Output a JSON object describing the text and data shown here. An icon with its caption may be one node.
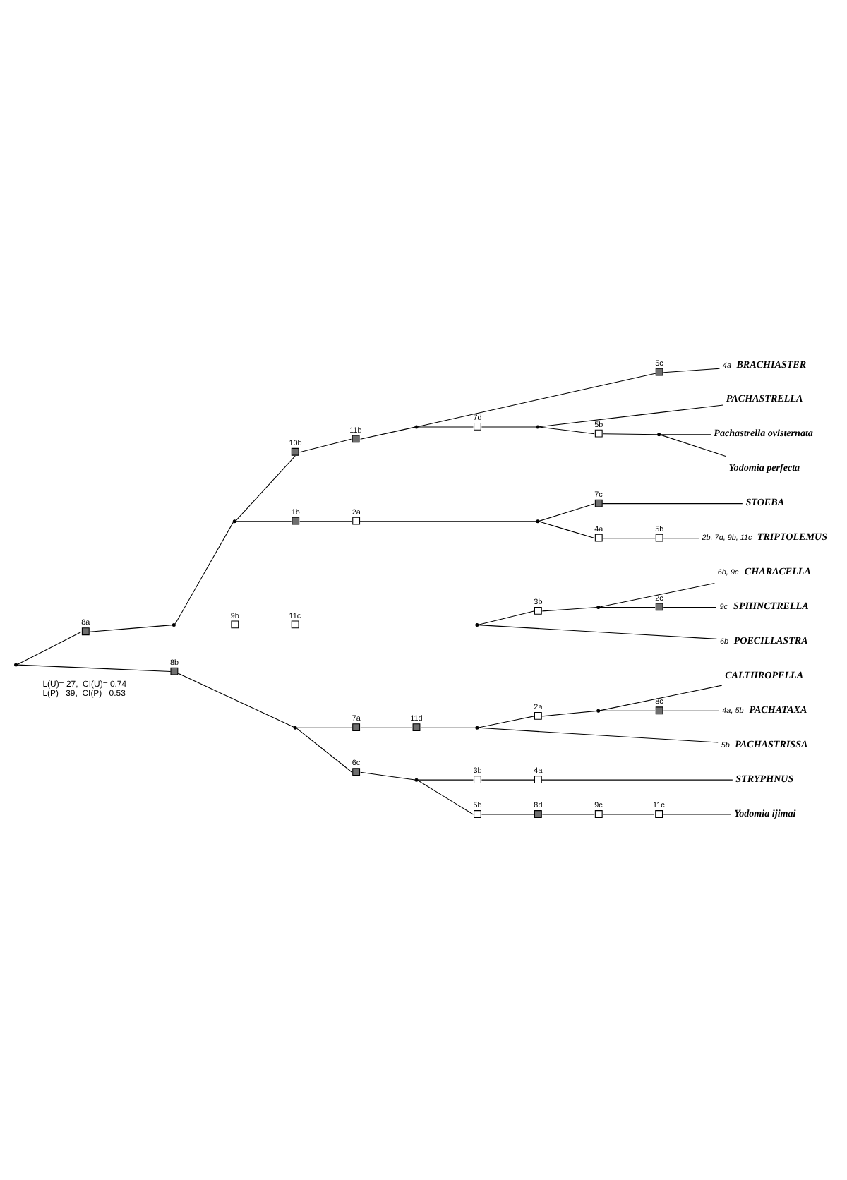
{
  "diagram": {
    "nodes": [
      {
        "text": [
          "BRACHIASTER"
        ],
        "beside": [
          "4a"
        ]
      },
      {
        "text": [
          "PACHASTRELLA"
        ]
      },
      {
        "text": [
          "Pachastrella ovisternata"
        ]
      },
      {
        "text": [
          "Yodomia perfecta"
        ]
      },
      {
        "text": [
          "STOEBA"
        ]
      },
      {
        "text": [
          "TRIPTOLEMUS"
        ],
        "beside": [
          "2b, 7d, 9b, 11c"
        ]
      },
      {
        "text": [
          "CHARACELLA"
        ],
        "beside": [
          "6b, 9c"
        ]
      },
      {
        "text": [
          "SPHINCTRELLA"
        ],
        "beside": [
          "9c"
        ]
      },
      {
        "text": [
          "POECILLASTRA"
        ],
        "beside": [
          "6b"
        ]
      },
      {
        "text": [
          "CALTHROPELLA"
        ]
      },
      {
        "text": [
          "PACHATAXA"
        ],
        "beside": [
          "4a, 5b"
        ]
      },
      {
        "text": [
          "PACHASTRISSA"
        ],
        "beside": [
          "5b"
        ]
      },
      {
        "text": [
          "STRYPHNUS"
        ]
      },
      {
        "text": [
          "Yodomia ijimai"
        ]
      },
      {
        "text": [],
        "shape": "point"
      },
      {
        "text": [],
        "shape": "point"
      },
      {
        "text": [],
        "shape": "point"
      },
      {
        "text": [],
        "shape": "point"
      },
      {
        "text": [],
        "shape": "point"
      },
      {
        "text": [],
        "shape": "point"
      },
      {
        "text": [],
        "shape": "point"
      },
      {
        "text": [],
        "shape": "point"
      },
      {
        "text": [],
        "shape": "point"
      },
      {
        "text": [],
        "shape": "point"
      },
      {
        "text": [],
        "shape": "point"
      },
      {
        "text": [],
        "shape": "point"
      },
      {
        "text": [],
        "shape": "point"
      },
      {
        "text": [],
        "shape": "box",
        "beside": [
          "8a"
        ]
      },
      {
        "text": [],
        "shape": "box",
        "beside": [
          "8b"
        ]
      },
      {
        "text": [],
        "shape": "box",
        "beside": [
          "10b"
        ]
      },
      {
        "text": [],
        "shape": "box",
        "beside": [
          "11b"
        ]
      },
      {
        "text": [],
        "shape": "box",
        "beside": [
          "5c"
        ]
      },
      {
        "text": [],
        "shape": "box",
        "beside": [
          "7d"
        ]
      },
      {
        "text": [],
        "shape": "box",
        "beside": [
          "5b"
        ]
      },
      {
        "text": [],
        "shape": "box",
        "beside": [
          "1b"
        ]
      },
      {
        "text": [],
        "shape": "box",
        "beside": [
          "2a"
        ]
      },
      {
        "text": [],
        "shape": "box",
        "beside": [
          "7c"
        ]
      },
      {
        "text": [],
        "shape": "box",
        "beside": [
          "4a"
        ]
      },
      {
        "text": [],
        "shape": "box",
        "beside": [
          "5b"
        ]
      },
      {
        "text": [],
        "shape": "box",
        "beside": [
          "9b"
        ]
      },
      {
        "text": [],
        "shape": "box",
        "beside": [
          "11c"
        ]
      },
      {
        "text": [],
        "shape": "box",
        "beside": [
          "3b"
        ]
      },
      {
        "text": [],
        "shape": "box",
        "beside": [
          "2c"
        ]
      },
      {
        "text": [],
        "shape": "box",
        "beside": [
          "7a"
        ]
      },
      {
        "text": [],
        "shape": "box",
        "beside": [
          "11d"
        ]
      },
      {
        "text": [],
        "shape": "box",
        "beside": [
          "2a"
        ]
      },
      {
        "text": [],
        "shape": "box",
        "beside": [
          "8c"
        ]
      },
      {
        "text": [],
        "shape": "box",
        "beside": [
          "6c"
        ]
      },
      {
        "text": [],
        "shape": "box",
        "beside": [
          "3b"
        ]
      },
      {
        "text": [],
        "shape": "box",
        "beside": [
          "4a"
        ]
      },
      {
        "text": [],
        "shape": "box",
        "beside": [
          "5b"
        ]
      },
      {
        "text": [],
        "shape": "box",
        "beside": [
          "8d"
        ]
      },
      {
        "text": [],
        "shape": "box",
        "beside": [
          "9c"
        ]
      },
      {
        "text": [],
        "shape": "box",
        "beside": [
          "11c"
        ]
      }
    ],
    "edges": [
      {
        "from": 14,
        "to": 27,
        "arrow": "none"
      },
      {
        "from": 27,
        "to": 15,
        "arrow": "none"
      },
      {
        "from": 15,
        "to": 16,
        "arrow": "none"
      },
      {
        "from": 16,
        "to": 29,
        "arrow": "none"
      },
      {
        "from": 29,
        "to": 30,
        "arrow": "none"
      },
      {
        "from": 30,
        "to": 17,
        "arrow": "none"
      },
      {
        "from": 17,
        "to": 31,
        "arrow": "none"
      },
      {
        "from": 31,
        "to": 0,
        "arrow": "none"
      },
      {
        "from": 17,
        "to": 32,
        "arrow": "none"
      },
      {
        "from": 32,
        "to": 18,
        "arrow": "none"
      },
      {
        "from": 18,
        "to": 1,
        "arrow": "none"
      },
      {
        "from": 18,
        "to": 33,
        "arrow": "none"
      },
      {
        "from": 33,
        "to": 19,
        "arrow": "none"
      },
      {
        "from": 19,
        "to": 2,
        "arrow": "none"
      },
      {
        "from": 19,
        "to": 3,
        "arrow": "none"
      },
      {
        "from": 16,
        "to": 34,
        "arrow": "none"
      },
      {
        "from": 34,
        "to": 35,
        "arrow": "none"
      },
      {
        "from": 35,
        "to": 20,
        "arrow": "none"
      },
      {
        "from": 20,
        "to": 36,
        "arrow": "none"
      },
      {
        "from": 36,
        "to": 4,
        "arrow": "none"
      },
      {
        "from": 20,
        "to": 37,
        "arrow": "none"
      },
      {
        "from": 37,
        "to": 38,
        "arrow": "none"
      },
      {
        "from": 38,
        "to": 5,
        "arrow": "none"
      },
      {
        "from": 15,
        "to": 39,
        "arrow": "none"
      },
      {
        "from": 39,
        "to": 40,
        "arrow": "none"
      },
      {
        "from": 40,
        "to": 21,
        "arrow": "none"
      },
      {
        "from": 21,
        "to": 41,
        "arrow": "none"
      },
      {
        "from": 41,
        "to": 22,
        "arrow": "none"
      },
      {
        "from": 22,
        "to": 6,
        "arrow": "none"
      },
      {
        "from": 22,
        "to": 42,
        "arrow": "none"
      },
      {
        "from": 42,
        "to": 7,
        "arrow": "none"
      },
      {
        "from": 21,
        "to": 8,
        "arrow": "none"
      },
      {
        "from": 14,
        "to": 28,
        "arrow": "none"
      },
      {
        "from": 28,
        "to": 23,
        "arrow": "none"
      },
      {
        "from": 23,
        "to": 43,
        "arrow": "none"
      },
      {
        "from": 43,
        "to": 44,
        "arrow": "none"
      },
      {
        "from": 44,
        "to": 24,
        "arrow": "none"
      },
      {
        "from": 24,
        "to": 45,
        "arrow": "none"
      },
      {
        "from": 45,
        "to": 25,
        "arrow": "none"
      },
      {
        "from": 25,
        "to": 9,
        "arrow": "none"
      },
      {
        "from": 25,
        "to": 46,
        "arrow": "none"
      },
      {
        "from": 46,
        "to": 10,
        "arrow": "none"
      },
      {
        "from": 24,
        "to": 11,
        "arrow": "none"
      },
      {
        "from": 23,
        "to": 47,
        "arrow": "none"
      },
      {
        "from": 47,
        "to": 26,
        "arrow": "none"
      },
      {
        "from": 26,
        "to": 48,
        "arrow": "none"
      },
      {
        "from": 48,
        "to": 49,
        "arrow": "none"
      },
      {
        "from": 49,
        "to": 12,
        "arrow": "none"
      },
      {
        "from": 26,
        "to": 50,
        "arrow": "none"
      },
      {
        "from": 50,
        "to": 51,
        "arrow": "none"
      },
      {
        "from": 51,
        "to": 52,
        "arrow": "none"
      },
      {
        "from": 52,
        "to": 53,
        "arrow": "none"
      },
      {
        "from": 53,
        "to": 13,
        "arrow": "none"
      }
    ],
    "labels": [
      "L(U)= 27,  CI(U)= 0.74",
      "L(P)= 39,  CI(P)= 0.53"
    ]
  }
}
